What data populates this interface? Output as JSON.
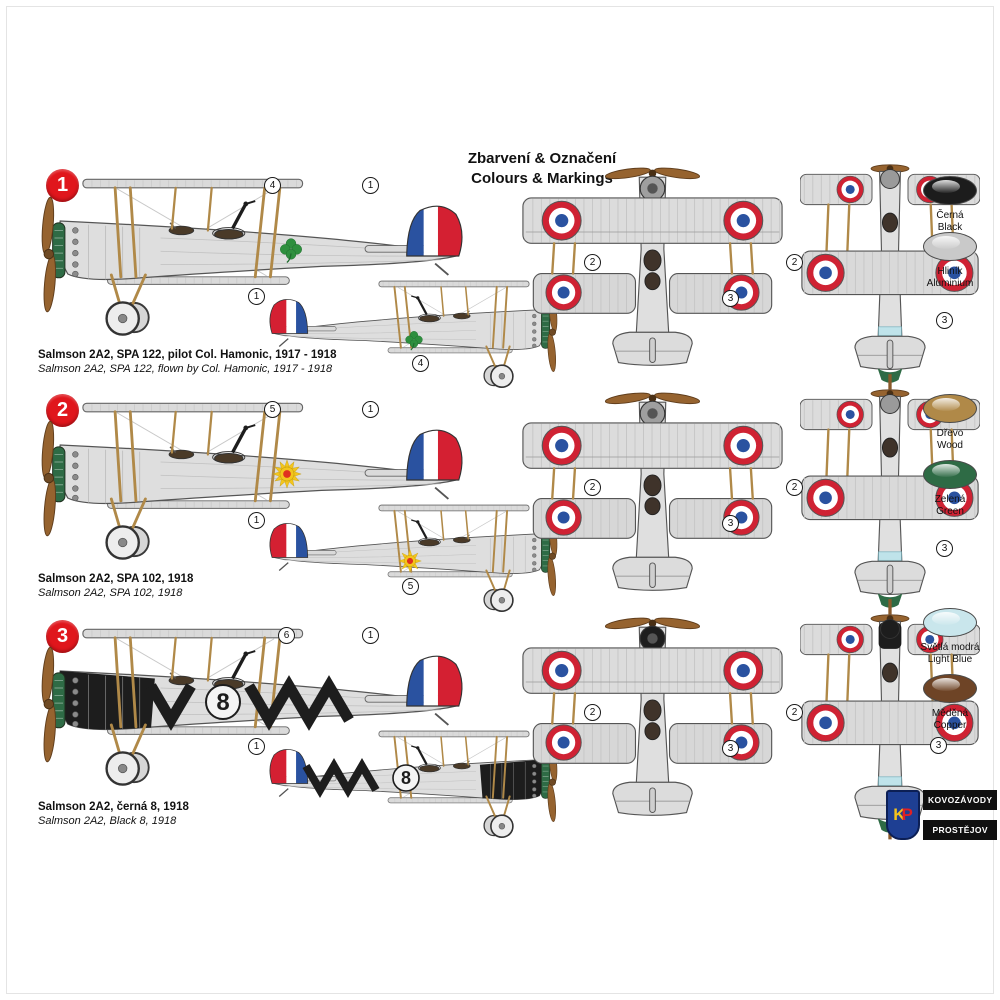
{
  "title": {
    "cz": "Zbarvení & Označení",
    "en": "Colours & Markings"
  },
  "schemes": [
    {
      "number": "1",
      "caption_cz": "Salmson 2A2, SPA 122, pilot Col. Hamonic, 1917 - 1918",
      "caption_en": "Salmson 2A2, SPA 122, flown by Col. Hamonic, 1917 - 1918",
      "callouts": {
        "marking": "4",
        "rudder": "1",
        "upper_wing": "2",
        "lower_wing": "3"
      }
    },
    {
      "number": "2",
      "caption_cz": "Salmson 2A2, SPA 102, 1918",
      "caption_en": "Salmson 2A2, SPA 102, 1918",
      "callouts": {
        "marking": "5",
        "rudder": "1",
        "upper_wing": "2",
        "lower_wing": "3"
      }
    },
    {
      "number": "3",
      "caption_cz": "Salmson 2A2, černá 8, 1918",
      "caption_en": "Salmson 2A2, Black 8, 1918",
      "fuselage_number": "8",
      "callouts": {
        "marking": "6",
        "rudder": "1",
        "upper_wing": "2",
        "lower_wing": "3"
      }
    }
  ],
  "legend": [
    {
      "cz": "Černá",
      "en": "Black",
      "color": "#1c1c1c"
    },
    {
      "cz": "Hliník",
      "en": "Aluminium",
      "color": "#c9c9c9"
    },
    {
      "cz": "Dřevo",
      "en": "Wood",
      "color": "#b08948"
    },
    {
      "cz": "Zelená",
      "en": "Green",
      "color": "#2e6b45"
    },
    {
      "cz": "Světlá modrá",
      "en": "Light Blue",
      "color": "#c9e6ec"
    },
    {
      "cz": "Měděná",
      "en": "Copper",
      "color": "#6e4426"
    }
  ],
  "logo": {
    "monogram_k": "K",
    "monogram_p": "P",
    "line1": "KOVOZÁVODY",
    "line2": "PROSTĚJOV"
  },
  "palette": {
    "roundel_red": "#cf2233",
    "roundel_white": "#ffffff",
    "roundel_blue": "#2a52a0",
    "rudder_blue": "#2a52a0",
    "rudder_red": "#d42032",
    "badge_red": "#e0161c",
    "airframe_aluminium": "#dedede",
    "radiator_green": "#2e6b45",
    "strut_wood": "#b08948",
    "scheme3_black": "#1d1d1d"
  }
}
